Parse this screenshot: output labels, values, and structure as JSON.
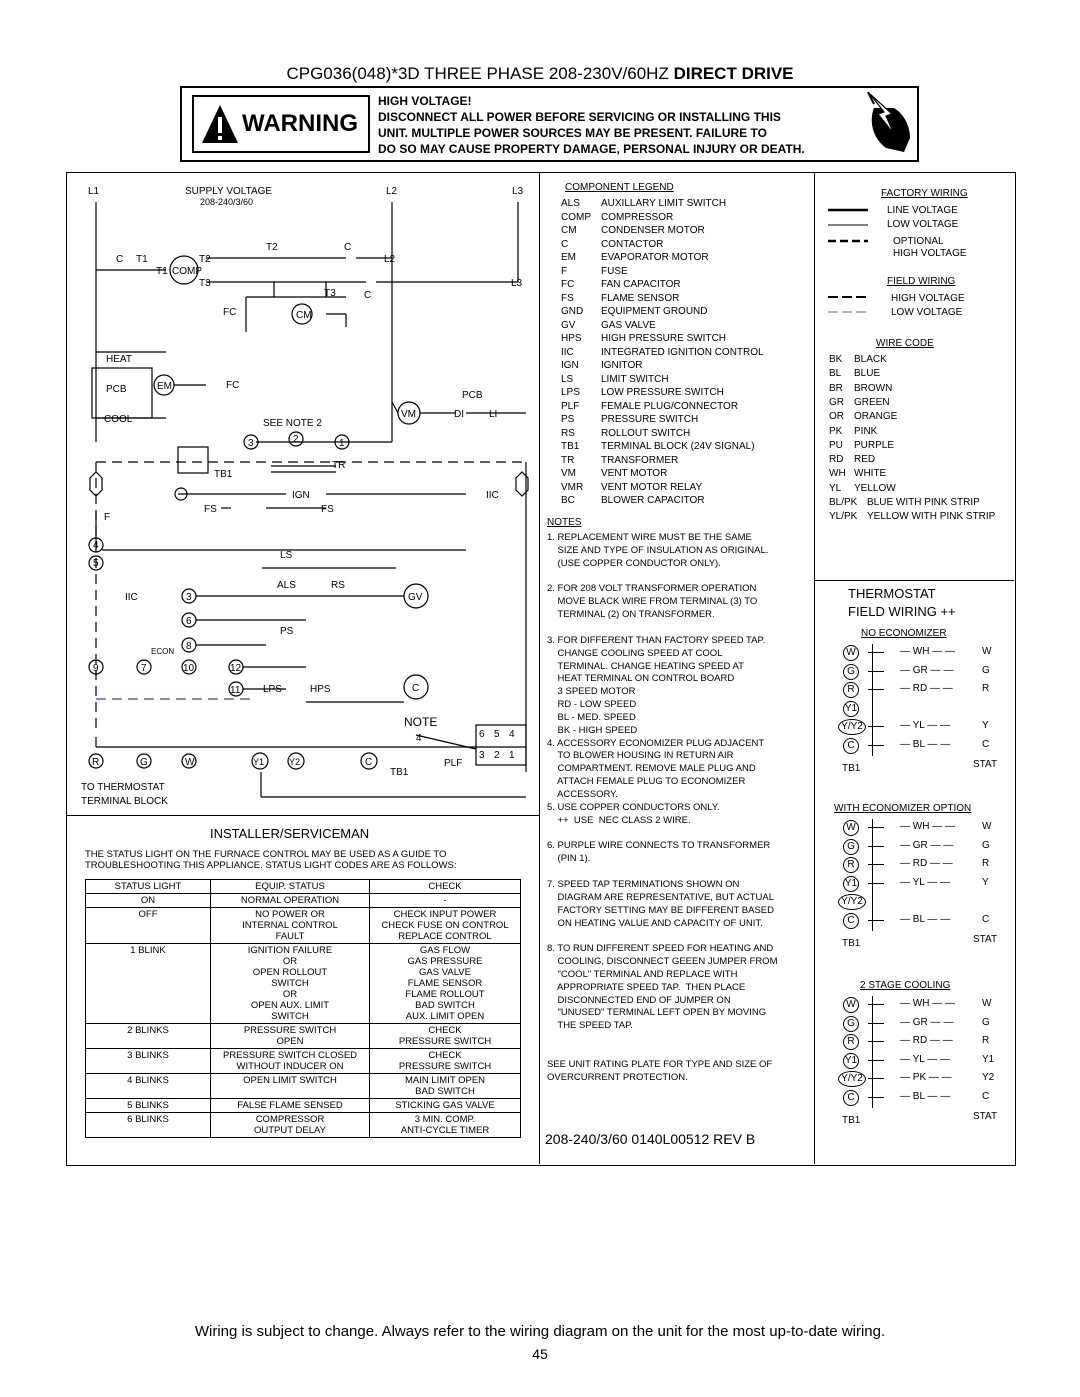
{
  "title": {
    "normal": "CPG036(048)*3D THREE PHASE 208-230V/60HZ ",
    "bold": "DIRECT DRIVE"
  },
  "warning": {
    "label": "WARNING",
    "lines": [
      "HIGH VOLTAGE!",
      "DISCONNECT ALL POWER BEFORE SERVICING OR INSTALLING THIS",
      "UNIT.  MULTIPLE POWER SOURCES MAY BE PRESENT.  FAILURE TO",
      "DO SO MAY CAUSE PROPERTY DAMAGE, PERSONAL INJURY OR DEATH."
    ]
  },
  "schematic": {
    "l1": "L1",
    "l2": "L2",
    "l3": "L3",
    "supply": "SUPPLY VOLTAGE",
    "supply_val": "208-240/3/60",
    "labels": [
      "C",
      "T1",
      "T2",
      "C",
      "T1",
      "COMP",
      "T2",
      "L2",
      "T3",
      "L3",
      "T3",
      "C",
      "FC",
      "CM",
      "HEAT",
      "PCB",
      "EM",
      "FC",
      "COOL",
      "SEE NOTE 2",
      "PCB",
      "VM",
      "DI",
      "LI",
      "3",
      "2",
      "1",
      "TR",
      "TB1",
      "IGN",
      "IIC",
      "FS",
      "FS",
      "F",
      "4",
      "5",
      "LS",
      "ALS",
      "RS",
      "GV",
      "IIC",
      "3",
      "6",
      "PS",
      "ECON",
      "8",
      "9",
      "7",
      "10",
      "12",
      "11",
      "LPS",
      "HPS",
      "C",
      "NOTE",
      "4",
      "6",
      "5",
      "4",
      "3",
      "2",
      "1",
      "PLF",
      "R",
      "G",
      "W",
      "Y1",
      "Y2",
      "C",
      "TB1",
      "TO THERMOSTAT",
      "TERMINAL BLOCK"
    ]
  },
  "installer": {
    "heading": "INSTALLER/SERVICEMAN",
    "intro1": "THE STATUS LIGHT ON THE FURNACE CONTROL MAY BE USED AS A GUIDE TO",
    "intro2": "TROUBLESHOOTING THIS APPLIANCE.  STATUS LIGHT CODES ARE AS FOLLOWS:",
    "headers": [
      "STATUS LIGHT",
      "EQUIP. STATUS",
      "CHECK"
    ],
    "rows": [
      [
        "ON",
        "NORMAL OPERATION",
        "-"
      ],
      [
        "OFF",
        "NO POWER OR\nINTERNAL CONTROL\nFAULT",
        "CHECK INPUT POWER\nCHECK FUSE ON CONTROL\nREPLACE CONTROL"
      ],
      [
        "1 BLINK",
        "IGNITION FAILURE\nOR\nOPEN ROLLOUT\nSWITCH\nOR\nOPEN AUX. LIMIT\nSWITCH",
        "GAS FLOW\nGAS PRESSURE\nGAS VALVE\nFLAME SENSOR\nFLAME ROLLOUT\nBAD SWITCH\nAUX. LIMIT OPEN"
      ],
      [
        "2 BLINKS",
        "PRESSURE SWITCH\nOPEN",
        "CHECK\nPRESSURE SWITCH"
      ],
      [
        "3 BLINKS",
        "PRESSURE SWITCH CLOSED\nWITHOUT INDUCER ON",
        "CHECK\nPRESSURE SWITCH"
      ],
      [
        "4 BLINKS",
        "OPEN LIMIT SWITCH",
        "MAIN LIMIT OPEN\nBAD SWITCH"
      ],
      [
        "5 BLINKS",
        "FALSE FLAME SENSED",
        "STICKING GAS VALVE"
      ],
      [
        "6 BLINKS",
        "COMPRESSOR\nOUTPUT DELAY",
        "3 MIN. COMP.\nANTI-CYCLE TIMER"
      ]
    ]
  },
  "component_legend": {
    "heading": "COMPONENT LEGEND",
    "items": [
      [
        "ALS",
        "AUXILLARY LIMIT SWITCH"
      ],
      [
        "COMP",
        "COMPRESSOR"
      ],
      [
        "CM",
        "CONDENSER MOTOR"
      ],
      [
        "C",
        "CONTACTOR"
      ],
      [
        "EM",
        "EVAPORATOR MOTOR"
      ],
      [
        "F",
        "FUSE"
      ],
      [
        "FC",
        "FAN CAPACITOR"
      ],
      [
        "FS",
        "FLAME SENSOR"
      ],
      [
        "GND",
        "EQUIPMENT GROUND"
      ],
      [
        "GV",
        "GAS VALVE"
      ],
      [
        "HPS",
        "HIGH PRESSURE SWITCH"
      ],
      [
        "IIC",
        "INTEGRATED IGNITION CONTROL"
      ],
      [
        "IGN",
        "IGNITOR"
      ],
      [
        "LS",
        "LIMIT SWITCH"
      ],
      [
        "LPS",
        "LOW PRESSURE SWITCH"
      ],
      [
        "PLF",
        "FEMALE PLUG/CONNECTOR"
      ],
      [
        "PS",
        "PRESSURE SWITCH"
      ],
      [
        "RS",
        "ROLLOUT SWITCH"
      ],
      [
        "TB1",
        "TERMINAL BLOCK (24V SIGNAL)"
      ],
      [
        "TR",
        "TRANSFORMER"
      ],
      [
        "VM",
        "VENT MOTOR"
      ],
      [
        "VMR",
        "VENT MOTOR RELAY"
      ],
      [
        "BC",
        "BLOWER CAPACITOR"
      ]
    ]
  },
  "notes": {
    "heading": "NOTES",
    "lines": [
      "1. REPLACEMENT WIRE MUST BE THE SAME",
      "    SIZE AND TYPE OF INSULATION AS ORIGINAL.",
      "    (USE COPPER CONDUCTOR ONLY).",
      "",
      "2. FOR 208 VOLT TRANSFORMER OPERATION",
      "    MOVE BLACK WIRE FROM TERMINAL (3) TO",
      "    TERMINAL (2) ON TRANSFORMER.",
      "",
      "3. FOR DIFFERENT THAN FACTORY SPEED TAP.",
      "    CHANGE COOLING SPEED AT COOL",
      "    TERMINAL. CHANGE HEATING SPEED AT",
      "    HEAT TERMINAL ON CONTROL BOARD",
      "    3 SPEED MOTOR",
      "    RD - LOW SPEED",
      "    BL - MED. SPEED",
      "    BK - HIGH SPEED",
      "4. ACCESSORY ECONOMIZER PLUG ADJACENT",
      "    TO BLOWER HOUSING IN RETURN AIR",
      "    COMPARTMENT. REMOVE MALE PLUG AND",
      "    ATTACH FEMALE PLUG TO ECONOMIZER",
      "    ACCESSORY.",
      "5. USE COPPER CONDUCTORS ONLY.",
      "    ++  USE  NEC CLASS 2 WIRE.",
      "",
      "6. PURPLE WIRE CONNECTS TO TRANSFORMER",
      "    (PIN 1).",
      "",
      "7. SPEED TAP TERMINATIONS SHOWN ON",
      "    DIAGRAM ARE REPRESENTATIVE, BUT ACTUAL",
      "    FACTORY SETTING MAY BE DIFFERENT BASED",
      "    ON HEATING VALUE AND CAPACITY OF UNIT.",
      "",
      "8. TO RUN DIFFERENT SPEED FOR HEATING AND",
      "    COOLING, DISCONNECT GEEEN JUMPER FROM",
      "    \"COOL\" TERMINAL AND REPLACE WITH",
      "    APPROPRIATE SPEED TAP.  THEN PLACE",
      "    DISCONNECTED END OF JUMPER ON",
      "    \"UNUSED\" TERMINAL LEFT OPEN BY MOVING",
      "    THE SPEED TAP.",
      "",
      "",
      "SEE UNIT RATING PLATE FOR TYPE AND SIZE OF",
      "OVERCURRENT PROTECTION."
    ]
  },
  "revision": "208-240/3/60    0140L00512    REV B",
  "factory_wiring": {
    "heading": "FACTORY WIRING",
    "line_voltage": "LINE VOLTAGE",
    "low_voltage": "LOW VOLTAGE",
    "optional": "OPTIONAL",
    "high_voltage": "HIGH VOLTAGE",
    "field_heading": "FIELD WIRING",
    "field_high": "HIGH VOLTAGE",
    "field_low": "LOW VOLTAGE"
  },
  "wire_code": {
    "heading": "WIRE CODE",
    "items": [
      [
        "BK",
        "BLACK"
      ],
      [
        "BL",
        "BLUE"
      ],
      [
        "BR",
        "BROWN"
      ],
      [
        "GR",
        "GREEN"
      ],
      [
        "OR",
        "ORANGE"
      ],
      [
        "PK",
        "PINK"
      ],
      [
        "PU",
        "PURPLE"
      ],
      [
        "RD",
        "RED"
      ],
      [
        "WH",
        "WHITE"
      ],
      [
        "YL",
        "YELLOW"
      ],
      [
        "BL/PK",
        "BLUE WITH PINK STRIP"
      ],
      [
        "YL/PK",
        "YELLOW WITH PINK STRIP"
      ]
    ]
  },
  "thermostat": {
    "heading1": "THERMOSTAT",
    "heading2": "FIELD WIRING  ++",
    "sections": [
      {
        "title": "NO ECONOMIZER",
        "terms": [
          "W",
          "G",
          "R",
          "Y1",
          "Y/Y2",
          "C"
        ],
        "wires": [
          "WH",
          "GR",
          "RD",
          "",
          "YL",
          "BL"
        ],
        "stat": [
          "W",
          "G",
          "R",
          "",
          "Y",
          "C"
        ]
      },
      {
        "title": "WITH ECONOMIZER OPTION",
        "terms": [
          "W",
          "G",
          "R",
          "Y1",
          "Y/Y2",
          "C"
        ],
        "wires": [
          "WH",
          "GR",
          "RD",
          "YL",
          "",
          "BL"
        ],
        "stat": [
          "W",
          "G",
          "R",
          "Y",
          "",
          "C"
        ]
      },
      {
        "title": "2 STAGE COOLING",
        "terms": [
          "W",
          "G",
          "R",
          "Y1",
          "Y/Y2",
          "C"
        ],
        "wires": [
          "WH",
          "GR",
          "RD",
          "YL",
          "PK",
          "BL"
        ],
        "stat": [
          "W",
          "G",
          "R",
          "Y1",
          "Y2",
          "C"
        ]
      }
    ],
    "tb1": "TB1",
    "stat": "STAT"
  },
  "footer": "Wiring is subject to change. Always refer to the wiring diagram on the unit for the most up-to-date wiring.",
  "page": "45"
}
